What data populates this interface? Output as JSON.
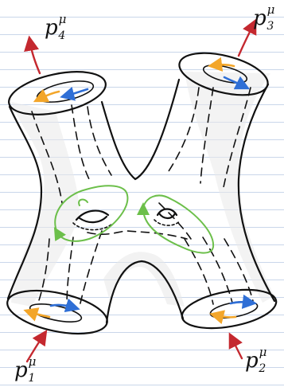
{
  "labels": {
    "p4": {
      "main": "p",
      "sup": "μ",
      "sub": "4"
    },
    "p3": {
      "main": "p",
      "sup": "μ",
      "sub": "3"
    },
    "p1": {
      "main": "p",
      "sup": "μ",
      "sub": "1"
    },
    "p2": {
      "main": "p",
      "sup": "μ",
      "sub": "2"
    }
  },
  "colors": {
    "ink": "#111111",
    "loop": "#6cbf4a",
    "momentum_arrow": "#c4282f",
    "flow_blue": "#2f6fd6",
    "flow_orange": "#f3a62a",
    "paper_rule": "#c9d6ea"
  }
}
